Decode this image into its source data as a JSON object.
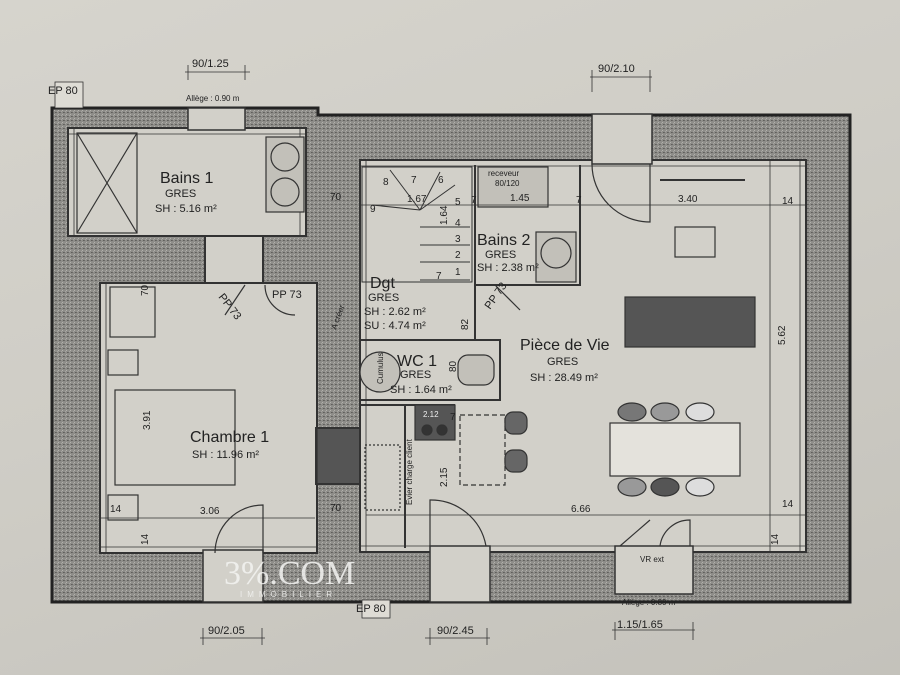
{
  "rooms": {
    "bains1": {
      "name": "Bains 1",
      "floor": "GRES",
      "area": "SH : 5.16 m²"
    },
    "chambre1": {
      "name": "Chambre 1",
      "area": "SH : 11.96 m²"
    },
    "dgt": {
      "name": "Dgt",
      "floor": "GRES",
      "area1": "SH : 2.62 m²",
      "area2": "SU : 4.74 m²"
    },
    "bains2": {
      "name": "Bains 2",
      "floor": "GRES",
      "area": "SH : 2.38 m²"
    },
    "wc1": {
      "name": "WC 1",
      "floor": "GRES",
      "area": "SH : 1.64 m²"
    },
    "piece_de_vie": {
      "name": "Pièce de Vie",
      "floor": "GRES",
      "area": "SH : 28.49 m²"
    }
  },
  "openings": {
    "window_top": "90/1.25",
    "window_top_allege": "Allège : 0.90 m",
    "door_top": "90/2.10",
    "door_bottom_left": "90/2.05",
    "door_bottom_mid": "90/2.45",
    "window_bottom": "1.15/1.65",
    "window_bottom_allege": "Allège : 0.80 m",
    "vr": "VR ext"
  },
  "labels": {
    "ep_top": "EP 80",
    "ep_bottom": "EP 80",
    "pp73_a": "PP 73",
    "pp73_b": "PP 73",
    "pp73_c": "PP 73",
    "a_creer": "A créer",
    "cumulus": "Cumulus",
    "receveur": "receveur",
    "receveur_size": "80/120",
    "evier": "Evier charge client",
    "hob": "2.12"
  },
  "dimensions": {
    "d70_a": "70",
    "d70_b": "70",
    "d70_c": "70",
    "d340": "3.40",
    "d562": "5.62",
    "d666": "6.66",
    "d306": "3.06",
    "d391": "3.91",
    "d215": "2.15",
    "d167": "1.67",
    "d164": "1.64",
    "d145": "1.45",
    "d80": "80",
    "d82": "82",
    "d14_a": "14",
    "d14_b": "14",
    "d14_c": "14",
    "d14_d": "14",
    "d14_e": "14",
    "d7_a": "7",
    "d7_b": "7",
    "d7_c": "7",
    "d7_d": "7"
  },
  "stairs": [
    "1",
    "2",
    "3",
    "4",
    "5",
    "6",
    "7",
    "8",
    "9"
  ],
  "watermark": {
    "brand": "3%.COM",
    "tagline": "IMMOBILIER"
  }
}
